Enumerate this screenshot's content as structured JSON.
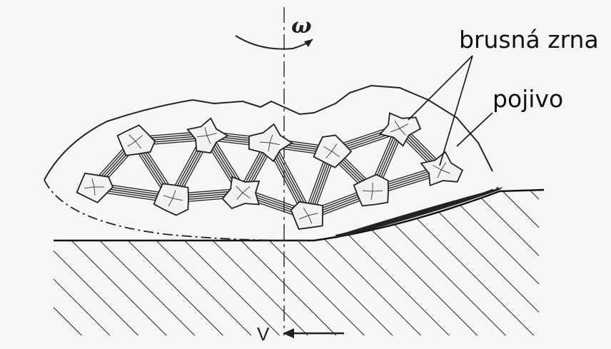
{
  "labels": {
    "omega": "ω",
    "abrasive_grains": "brusná zrna",
    "binder": "pojivo",
    "velocity": "V"
  }
}
